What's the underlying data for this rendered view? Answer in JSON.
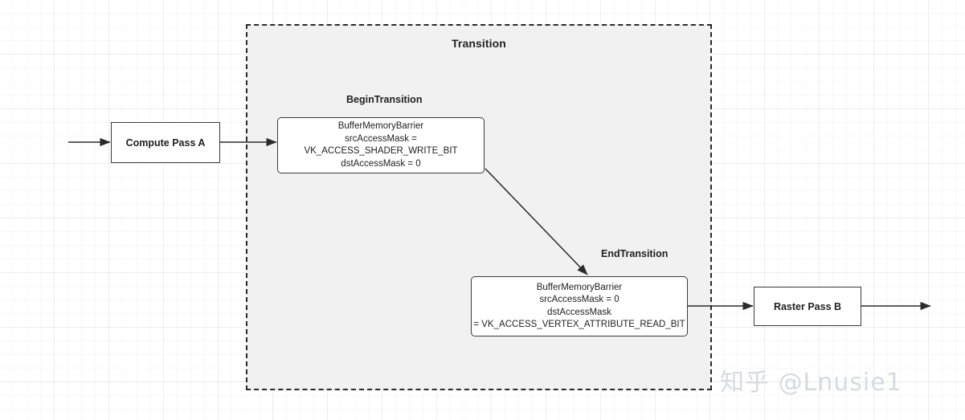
{
  "diagram": {
    "group": {
      "title": "Transition",
      "border_style": "dashed",
      "fill_color": "#f1f1f1",
      "border_color": "#2b2b2b"
    },
    "sub_labels": {
      "begin": "BeginTransition",
      "end": "EndTransition"
    },
    "nodes": {
      "compute_pass": "Compute Pass A",
      "raster_pass": "Raster Pass B"
    },
    "barriers": {
      "begin": {
        "line1": "BufferMemoryBarrier",
        "line2": "srcAccessMask =",
        "line3": "VK_ACCESS_SHADER_WRITE_BIT",
        "line4": "dstAccessMask = 0"
      },
      "end": {
        "line1": "BufferMemoryBarrier",
        "line2": "srcAccessMask = 0",
        "line3": "dstAccessMask",
        "line4": "= VK_ACCESS_VERTEX_ATTRIBUTE_READ_BIT"
      }
    },
    "arrow_color": "#2b2b2b"
  },
  "watermark": {
    "text": "知乎 @Lnusie1",
    "color": "#d8dade"
  }
}
